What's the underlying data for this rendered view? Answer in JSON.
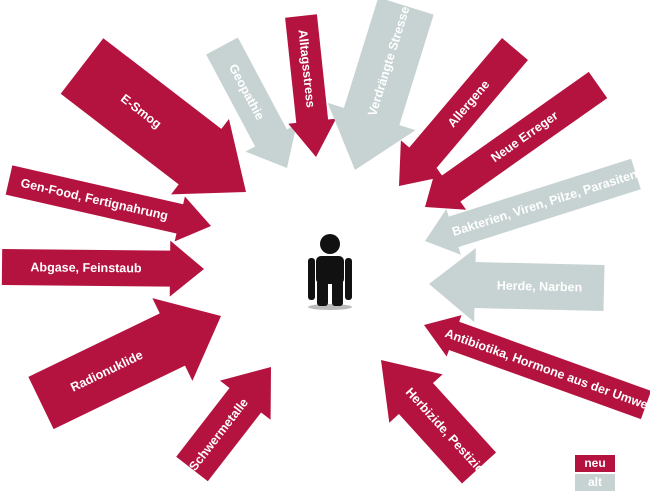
{
  "colors": {
    "neu": "#b5133f",
    "alt": "#c7d3d2",
    "person": "#111111"
  },
  "arrows": [
    {
      "label": "E-Smog",
      "category": "neu"
    },
    {
      "label": "Geopathie",
      "category": "alt"
    },
    {
      "label": "Alltagsstress",
      "category": "neu"
    },
    {
      "label": "Verdrängte Stresse",
      "category": "alt"
    },
    {
      "label": "Allergene",
      "category": "neu"
    },
    {
      "label": "Neue Erreger",
      "category": "neu"
    },
    {
      "label": "Bakterien, Viren, Pilze, Parasiten",
      "category": "alt"
    },
    {
      "label": "Herde, Narben",
      "category": "alt"
    },
    {
      "label": "Antibiotika, Hormone aus der Umwelt",
      "category": "neu"
    },
    {
      "label": "Herbizide, Pestizide",
      "category": "neu"
    },
    {
      "label": "Schwermetalle",
      "category": "neu"
    },
    {
      "label": "Radionuklide",
      "category": "neu"
    },
    {
      "label": "Abgase, Feinstaub",
      "category": "neu"
    },
    {
      "label": "Gen-Food, Fertignahrung",
      "category": "neu"
    }
  ],
  "person": {
    "icon": "person-icon"
  },
  "legend": {
    "neu": "neu",
    "alt": "alt"
  }
}
